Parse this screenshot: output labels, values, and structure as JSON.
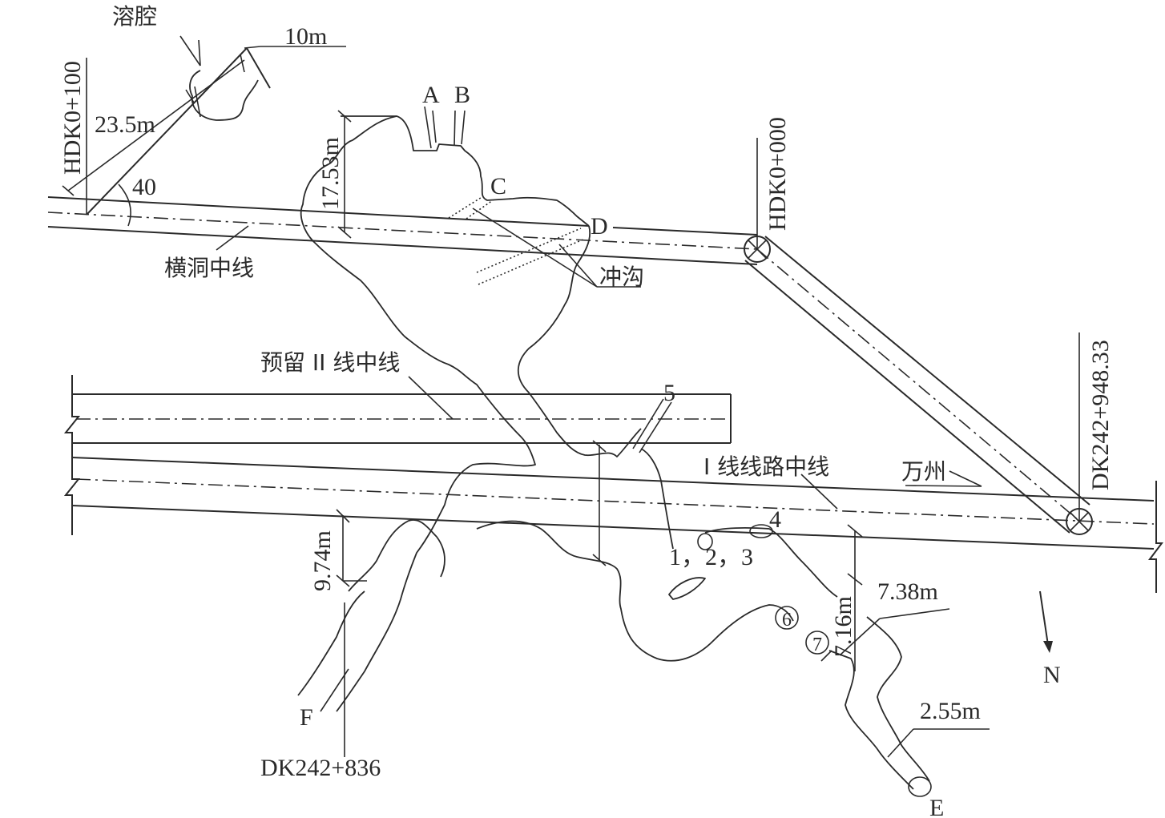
{
  "title": "Karst cave plan at tunnel transverse adit",
  "labels": {
    "karst_cavity": "溶腔",
    "dim_10m": "10m",
    "dim_23_5m": "23.5m",
    "angle_40": "40",
    "station_hdk0_100": "HDK0+100",
    "dim_17_53m": "17.53m",
    "point_a": "A",
    "point_b": "B",
    "point_c": "C",
    "point_d": "D",
    "erosion_gully": "冲沟",
    "adit_centerline": "横洞中线",
    "station_hdk0_000": "HDK0+000",
    "station_dk242_948": "DK242+948.33",
    "line2_centerline": "预留 II 线中线",
    "point_5": "5",
    "line1_centerline": "I 线线路中线",
    "direction_wanzhou": "万州",
    "point_4": "4",
    "points_1_2_3": "1，2，3",
    "point_6": "6",
    "point_7": "7",
    "dim_9_74m": "9.74m",
    "dim_7_16m": "7.16m",
    "dim_7_38m": "7.38m",
    "dim_2_55m": "2.55m",
    "point_f": "F",
    "point_e": "E",
    "station_dk242_836": "DK242+836",
    "north": "N"
  }
}
